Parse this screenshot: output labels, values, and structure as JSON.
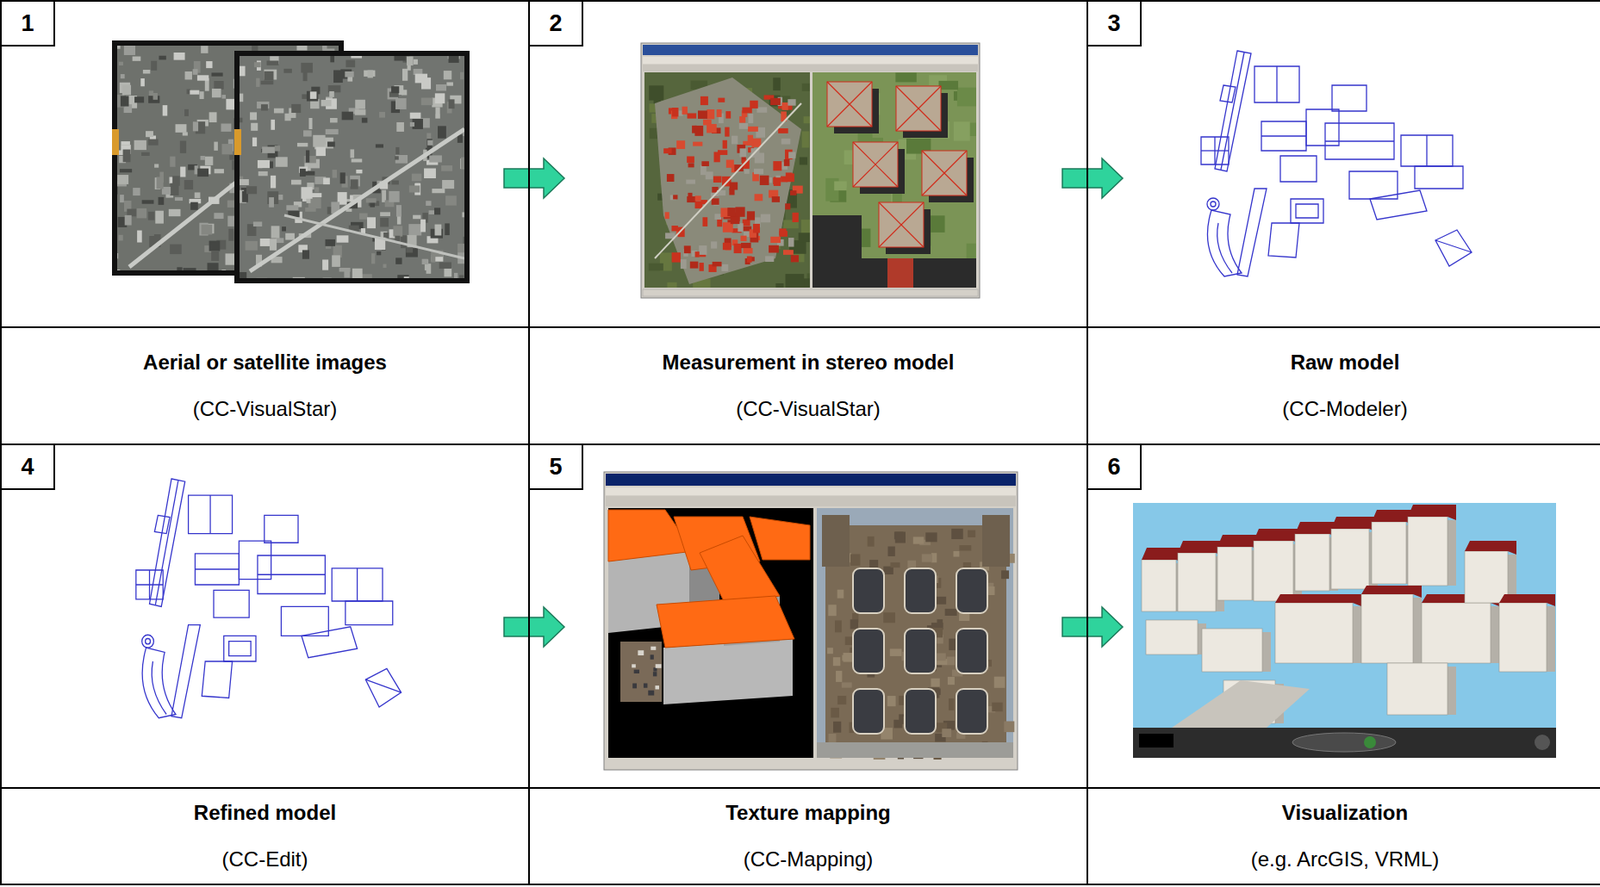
{
  "diagram": {
    "nodes": [
      {
        "text": [
          "Aerial or satellite images",
          "(CC-VisualStar)"
        ]
      },
      {
        "text": [
          "1"
        ],
        "in": 0
      },
      {
        "text": [
          "Measurement in stereo model",
          "(CC-VisualStar)"
        ]
      },
      {
        "text": [
          "2"
        ],
        "in": 2
      },
      {
        "text": [
          "Raw model",
          "(CC-Modeler)"
        ]
      },
      {
        "text": [
          "3"
        ],
        "in": 4
      },
      {
        "text": [
          "Refined model",
          "(CC-Edit)"
        ]
      },
      {
        "text": [
          "4"
        ],
        "in": 6
      },
      {
        "text": [
          "Texture mapping",
          "(CC-Mapping)"
        ]
      },
      {
        "text": [
          "5"
        ],
        "in": 8
      },
      {
        "text": [
          "Visualization",
          "(e.g. ArcGIS, VRML)"
        ]
      },
      {
        "text": [
          "6"
        ],
        "in": 10
      }
    ],
    "edges": [
      {
        "from": 0,
        "to": 2,
        "arrow": "to"
      },
      {
        "from": 2,
        "to": 4,
        "arrow": "to"
      },
      {
        "from": 6,
        "to": 8,
        "arrow": "to"
      },
      {
        "from": 8,
        "to": 10,
        "arrow": "to"
      }
    ]
  }
}
